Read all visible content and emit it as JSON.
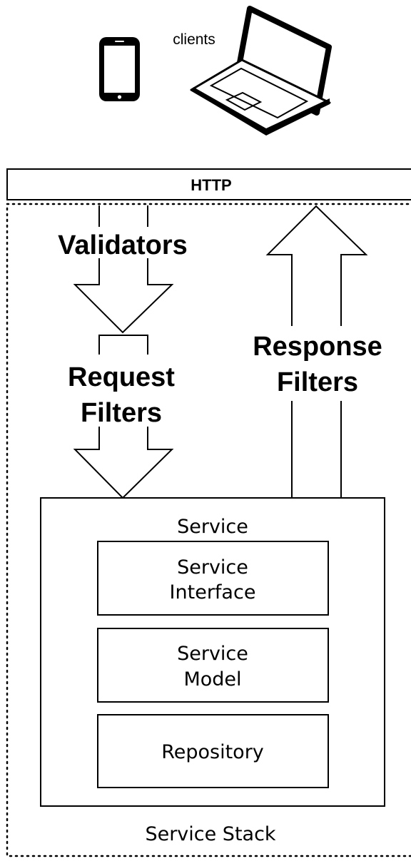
{
  "clients": {
    "label": "clients",
    "icons": [
      "smartphone-icon",
      "laptop-icon"
    ]
  },
  "http_bar": {
    "label": "HTTP"
  },
  "validators": {
    "label": "Validators"
  },
  "request_filters": {
    "line1": "Request",
    "line2": "Filters"
  },
  "response_filters": {
    "line1": "Response",
    "line2": "Filters"
  },
  "service": {
    "label": "Service",
    "layers": [
      {
        "line1": "Service",
        "line2": "Interface"
      },
      {
        "line1": "Service",
        "line2": "Model"
      },
      {
        "line1": "Repository"
      }
    ]
  },
  "service_stack": {
    "label": "Service Stack"
  },
  "colors": {
    "stroke": "#000000",
    "fill": "#ffffff"
  }
}
